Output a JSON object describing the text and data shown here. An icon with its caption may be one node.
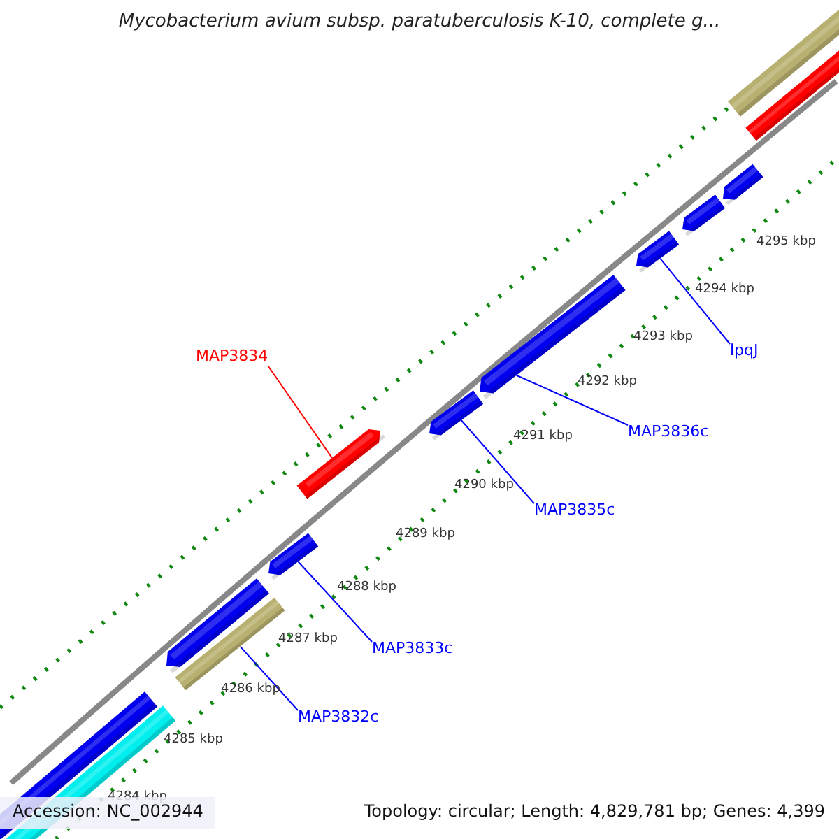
{
  "diagram": {
    "title": "Mycobacterium avium subsp. paratuberculosis K-10, complete g...",
    "nodes": [
      {
        "text": [
          "MAP3834"
        ]
      },
      {
        "text": [
          "lpqJ"
        ]
      },
      {
        "text": [
          "MAP3836c"
        ]
      },
      {
        "text": [
          "MAP3835c"
        ]
      },
      {
        "text": [
          "MAP3833c"
        ]
      },
      {
        "text": [
          "MAP3832c"
        ]
      },
      {
        "text": [],
        "shape": "bar"
      },
      {
        "text": [],
        "shape": "bar"
      },
      {
        "text": [],
        "shape": "bar"
      },
      {
        "text": [],
        "shape": "bar"
      },
      {
        "text": [],
        "shape": "bar"
      },
      {
        "text": [],
        "shape": "bar"
      },
      {
        "text": [],
        "shape": "bar"
      },
      {
        "text": [],
        "shape": "bar"
      },
      {
        "text": [],
        "shape": "bar"
      },
      {
        "text": [],
        "shape": "bar"
      },
      {
        "text": [],
        "shape": "bar"
      },
      {
        "text": [],
        "shape": "bar"
      },
      {
        "text": [],
        "shape": "bar"
      }
    ],
    "edges": [
      {
        "from": 0,
        "to": 13,
        "arrow": "none",
        "color": "#ff0000"
      },
      {
        "from": 1,
        "to": 10,
        "arrow": "none"
      },
      {
        "from": 2,
        "to": 11,
        "arrow": "none"
      },
      {
        "from": 3,
        "to": 12,
        "arrow": "none"
      },
      {
        "from": 4,
        "to": 14,
        "arrow": "none"
      },
      {
        "from": 5,
        "to": 16,
        "arrow": "none"
      }
    ],
    "labels": [
      "4295 kbp",
      "4294 kbp",
      "4293 kbp",
      "4292 kbp",
      "4291 kbp",
      "4290 kbp",
      "4289 kbp",
      "4288 kbp",
      "4287 kbp",
      "4286 kbp",
      "4285 kbp",
      "4284 kbp",
      "Accession: NC_002944",
      "Topology: circular; Length: 4,829,781 bp; Genes: 4,399"
    ]
  }
}
